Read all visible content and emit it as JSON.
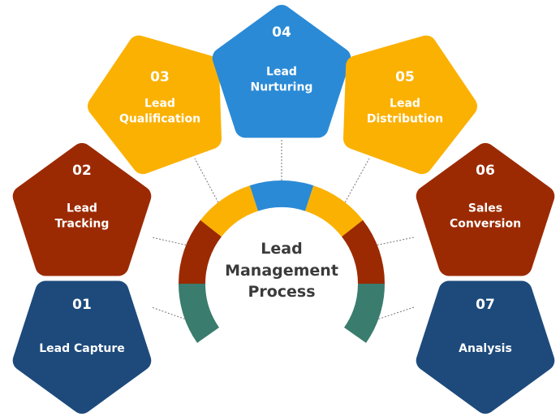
{
  "title": {
    "line1": "Lead",
    "line2": "Management",
    "line3": "Process"
  },
  "colors": {
    "yellow": "#fbb101",
    "red": "#9b2a02",
    "navy": "#1d4a7b",
    "blue": "#2a8ad6",
    "green": "#3a7c6d"
  },
  "steps": [
    {
      "number": "01",
      "label": [
        "Lead Capture"
      ],
      "color": "#1d4a7b"
    },
    {
      "number": "02",
      "label": [
        "Lead",
        "Tracking"
      ],
      "color": "#9b2a02"
    },
    {
      "number": "03",
      "label": [
        "Lead",
        "Qualification"
      ],
      "color": "#fbb101"
    },
    {
      "number": "04",
      "label": [
        "Lead",
        "Nurturing"
      ],
      "color": "#2a8ad6"
    },
    {
      "number": "05",
      "label": [
        "Lead",
        "Distribution"
      ],
      "color": "#fbb101"
    },
    {
      "number": "06",
      "label": [
        "Sales",
        "Conversion"
      ],
      "color": "#9b2a02"
    },
    {
      "number": "07",
      "label": [
        "Analysis"
      ],
      "color": "#1d4a7b"
    }
  ]
}
